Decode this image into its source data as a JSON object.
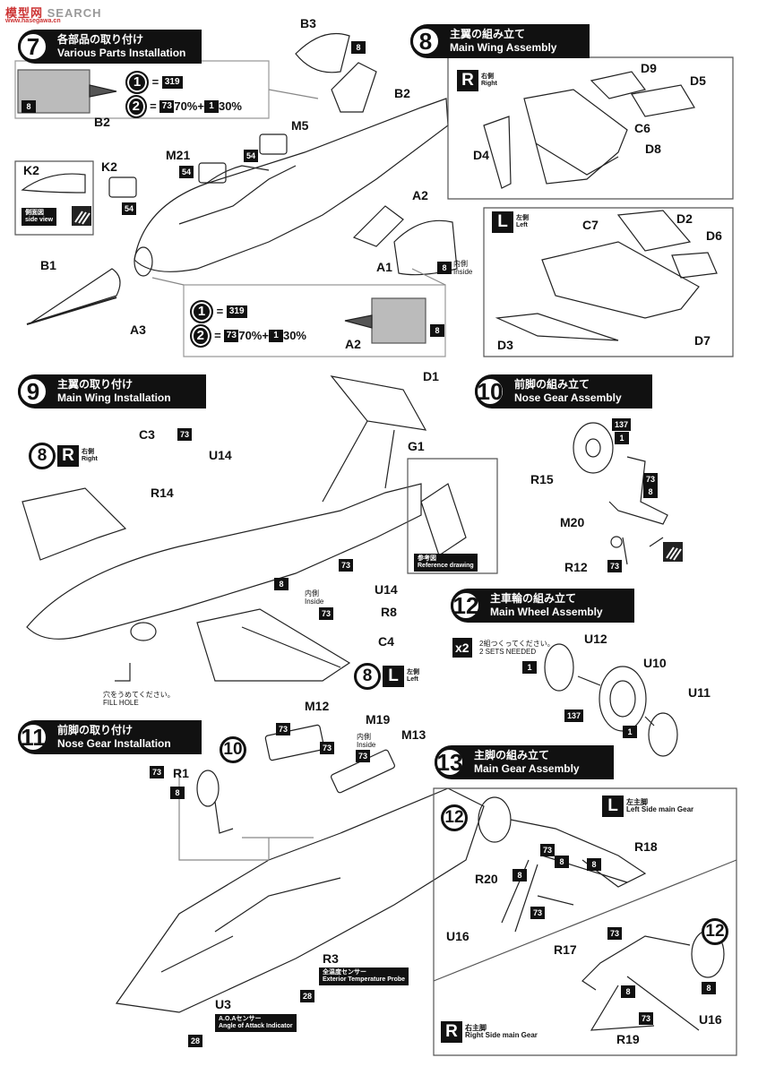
{
  "watermark": {
    "brand": "SEARCH",
    "left": "模型网",
    "sub": "www.hasegawa.cn"
  },
  "steps": [
    {
      "num": "7",
      "jp": "各部品の取り付け",
      "en": "Various Parts Installation"
    },
    {
      "num": "8",
      "jp": "主翼の組み立て",
      "en": "Main Wing Assembly"
    },
    {
      "num": "9",
      "jp": "主翼の取り付け",
      "en": "Main Wing Installation"
    },
    {
      "num": "10",
      "jp": "前脚の組み立て",
      "en": "Nose Gear Assembly"
    },
    {
      "num": "11",
      "jp": "前脚の取り付け",
      "en": "Nose Gear Installation"
    },
    {
      "num": "12",
      "jp": "主車輪の組み立て",
      "en": "Main Wheel Assembly"
    },
    {
      "num": "13",
      "jp": "主脚の組み立て",
      "en": "Main Gear Assembly"
    }
  ],
  "paint": {
    "one": "1",
    "two": "2",
    "eq": "=",
    "c319": "319",
    "c73": "73",
    "p70": "70%",
    "plus": "+",
    "c1": "1",
    "p30": "30%"
  },
  "sides": {
    "R": "R",
    "L": "L",
    "r_jp": "右側",
    "r_en": "Right",
    "l_jp": "左側",
    "l_en": "Left"
  },
  "notes": {
    "inside_jp": "内側",
    "inside_en": "Inside",
    "sideview_jp": "側面図",
    "sideview_en": "side view",
    "ref_jp": "参考図",
    "ref_en": "Reference drawing",
    "fill_jp": "穴をうめてください。",
    "fill_en": "FILL HOLE",
    "x2": "x2",
    "sets_jp": "2組つくってください。",
    "sets_en": "2 SETS NEEDED",
    "temp_jp": "全温度センサー",
    "temp_en": "Exterior Temperature Probe",
    "aoa_jp": "A.O.Aセンサー",
    "aoa_en": "Angle of Attack Indicator",
    "lmg_jp": "左主脚",
    "lmg_en": "Left Side main Gear",
    "rmg_jp": "右主脚",
    "rmg_en": "Right Side main Gear"
  },
  "parts": {
    "B3": "B3",
    "B2": "B2",
    "M5": "M5",
    "M21": "M21",
    "K2": "K2",
    "B1": "B1",
    "A3": "A3",
    "A2": "A2",
    "A1": "A1",
    "D9": "D9",
    "D5": "D5",
    "C6": "C6",
    "D8": "D8",
    "D4": "D4",
    "C7": "C7",
    "D2": "D2",
    "D6": "D6",
    "D3": "D3",
    "D7": "D7",
    "D1": "D1",
    "G1": "G1",
    "C3": "C3",
    "U14": "U14",
    "R14": "R14",
    "R8": "R8",
    "C4": "C4",
    "R15": "R15",
    "M20": "M20",
    "R12": "R12",
    "U12": "U12",
    "U10": "U10",
    "U11": "U11",
    "M12": "M12",
    "M19": "M19",
    "M13": "M13",
    "R1": "R1",
    "R3": "R3",
    "U3": "U3",
    "R18": "R18",
    "R20": "R20",
    "U16": "U16",
    "R17": "R17",
    "R19": "R19"
  },
  "codes": {
    "c8": "8",
    "c54": "54",
    "c73": "73",
    "c137": "137",
    "c1": "1",
    "c28": "28"
  }
}
